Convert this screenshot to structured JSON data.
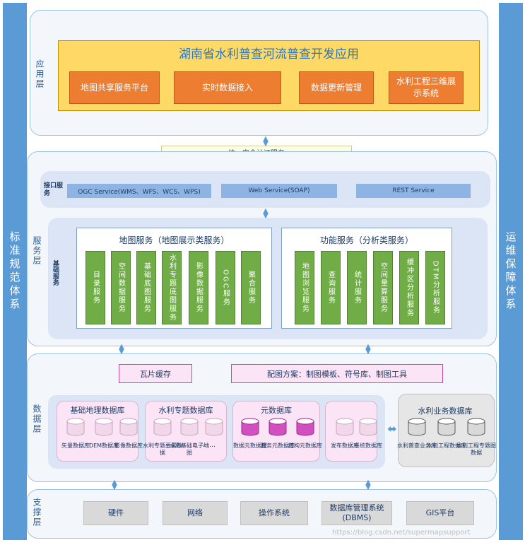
{
  "side": {
    "left": "标准规范体系",
    "right": "运维保障体系"
  },
  "app_layer": {
    "label": "应用层",
    "title": "湖南省水利普查河流普查开发应用",
    "items": [
      "地图共享服务平台",
      "实时数据接入",
      "数据更新管理",
      "水利工程三维展示系统"
    ]
  },
  "auth": "统一安全认证服务",
  "service_layer": {
    "label": "服务层",
    "interface_label": "接口服务",
    "interfaces": [
      "OGC Service(WMS、WFS、WCS、WPS)",
      "Web Service(SOAP)",
      "REST Service"
    ],
    "base_label": "基础服务",
    "map_title": "地图服务（地图展示类服务）",
    "map_items": [
      "目录服务",
      "空间数据服务",
      "基础底图服务",
      "水利专题底图服务",
      "影像数据服务",
      "OGC服务",
      "聚合服务"
    ],
    "func_title": "功能服务（分析类服务）",
    "func_items": [
      "地图浏览服务",
      "查询服务",
      "统计服务",
      "空间量算服务",
      "缓冲区分析服务",
      "DTM分析服务"
    ]
  },
  "data_layer": {
    "label": "数据层",
    "tile_cache": "瓦片缓存",
    "mapping": "配图方案：制图模板、符号库、制图工具",
    "groups": [
      {
        "title": "基础地理数据库",
        "dbs": [
          "矢量数据库",
          "DEM数据库",
          "影像数据库"
        ]
      },
      {
        "title": "水利专题数据库",
        "dbs": [
          "水利专题要素数据",
          "水利基础电子地图"
        ],
        "more": "……"
      },
      {
        "title": "元数据库",
        "dbs": [
          "数据元数据库",
          "服务元数据库",
          "结构元数据库"
        ]
      },
      {
        "title": "",
        "dbs": [
          "发布数据库",
          "系统数据库"
        ]
      },
      {
        "title": "水利业务数据库",
        "dbs": [
          "水利普查业务库",
          "水利工程数据库",
          "水利工程专题图数据"
        ]
      }
    ]
  },
  "support_layer": {
    "label": "支撑层",
    "items": [
      "硬件",
      "网络",
      "操作系统",
      "数据库管理系统(DBMS)",
      "GIS平台"
    ]
  },
  "watermark": "https://blog.csdn.net/supermapsupport",
  "colors": {
    "accent_blue": "#5b9bd5",
    "orange": "#ed7d31",
    "green": "#70ad47",
    "pink": "#fbe4f5",
    "magenta": "#d24fc0"
  }
}
